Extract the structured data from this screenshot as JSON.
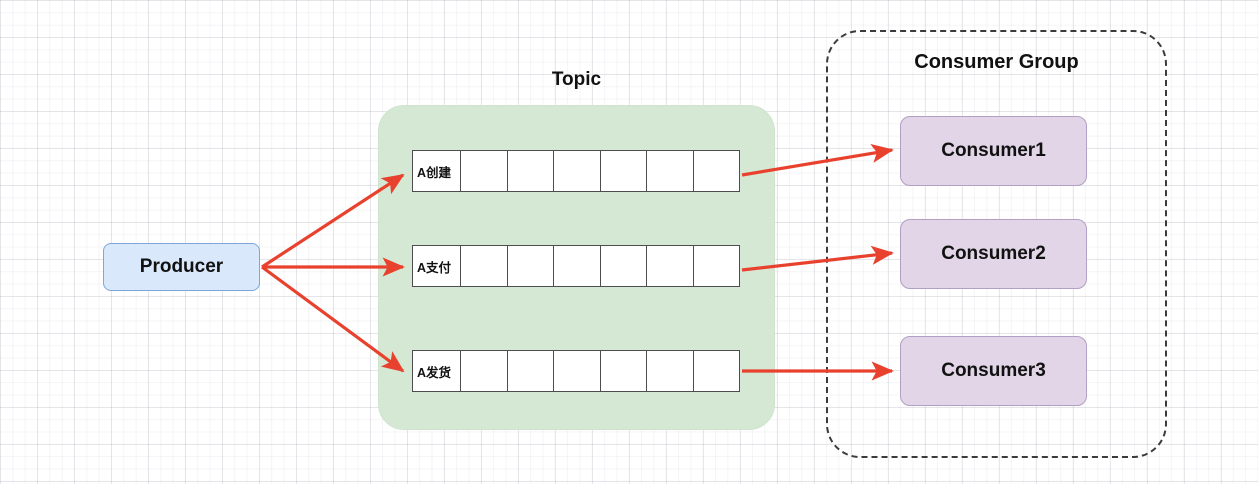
{
  "diagram": {
    "title_topic": "Topic",
    "title_consumer_group": "Consumer Group",
    "producer": {
      "label": "Producer"
    },
    "partitions": [
      {
        "name": "partition-row-1",
        "label": "A创建",
        "cells": 7
      },
      {
        "name": "partition-row-2",
        "label": "A支付",
        "cells": 7
      },
      {
        "name": "partition-row-3",
        "label": "A发货",
        "cells": 7
      }
    ],
    "consumers": [
      {
        "label": "Consumer1"
      },
      {
        "label": "Consumer2"
      },
      {
        "label": "Consumer3"
      }
    ],
    "colors": {
      "producer_fill": "#dae8fc",
      "producer_stroke": "#7ea6d9",
      "topic_fill": "#d5e8d4",
      "consumer_fill": "#e1d5e7",
      "consumer_stroke": "#b39ec4",
      "arrow": "#e8422f",
      "group_border": "#3b3b3b",
      "cell_stroke": "#4d4d4d",
      "background": "#ffffff"
    }
  }
}
